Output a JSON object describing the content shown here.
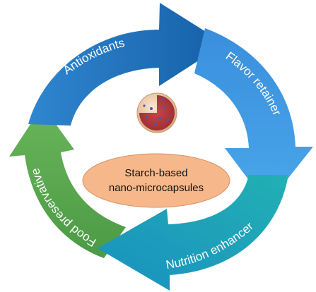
{
  "diagram": {
    "center": {
      "line1": "Starch-based",
      "line2": "nano-microcapsules"
    },
    "arrows": [
      {
        "label": "Antioxidants",
        "color": "#1f78c4"
      },
      {
        "label": "Flavor retainer",
        "color": "#3d9be3"
      },
      {
        "label": "Nutrition enhancer",
        "color": "#14a2b4"
      },
      {
        "label": "Food preservative",
        "color": "#5aa04a"
      }
    ],
    "center_ellipse_color": "#f6b88a",
    "capsule_icon": "capsule-cross-section-icon"
  }
}
